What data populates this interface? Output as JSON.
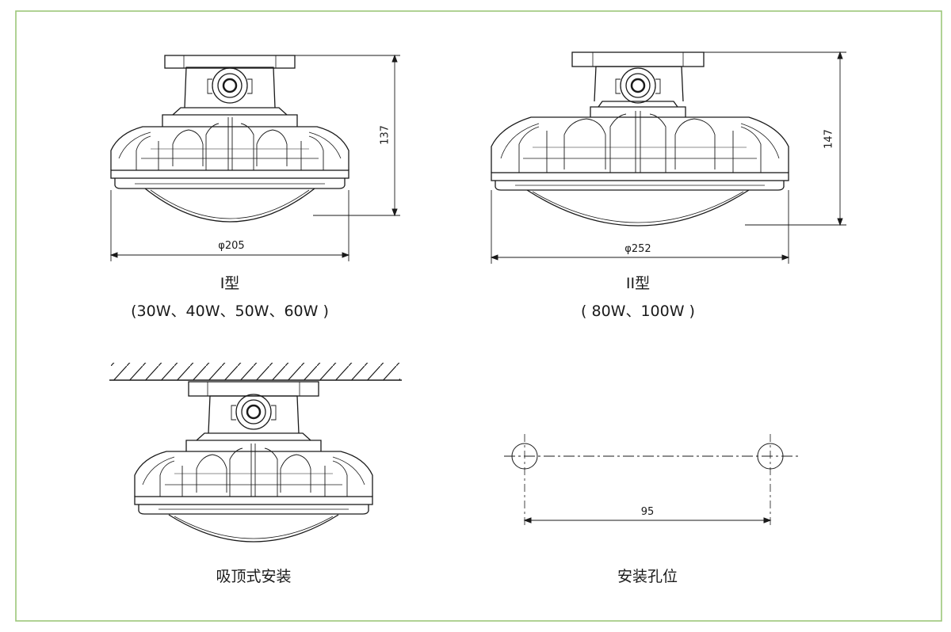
{
  "colors": {
    "frame": "#9cc77a",
    "line": "#1a1a1a"
  },
  "type_one": {
    "title": "I型",
    "wattages": "(30W、40W、50W、60W )",
    "diameter": "φ205",
    "height": "137"
  },
  "type_two": {
    "title": "II型",
    "wattages": "( 80W、100W )",
    "diameter": "φ252",
    "height": "147"
  },
  "ceiling_mount": {
    "title": "吸顶式安装"
  },
  "mount_holes": {
    "title": "安装孔位",
    "spacing": "95"
  }
}
